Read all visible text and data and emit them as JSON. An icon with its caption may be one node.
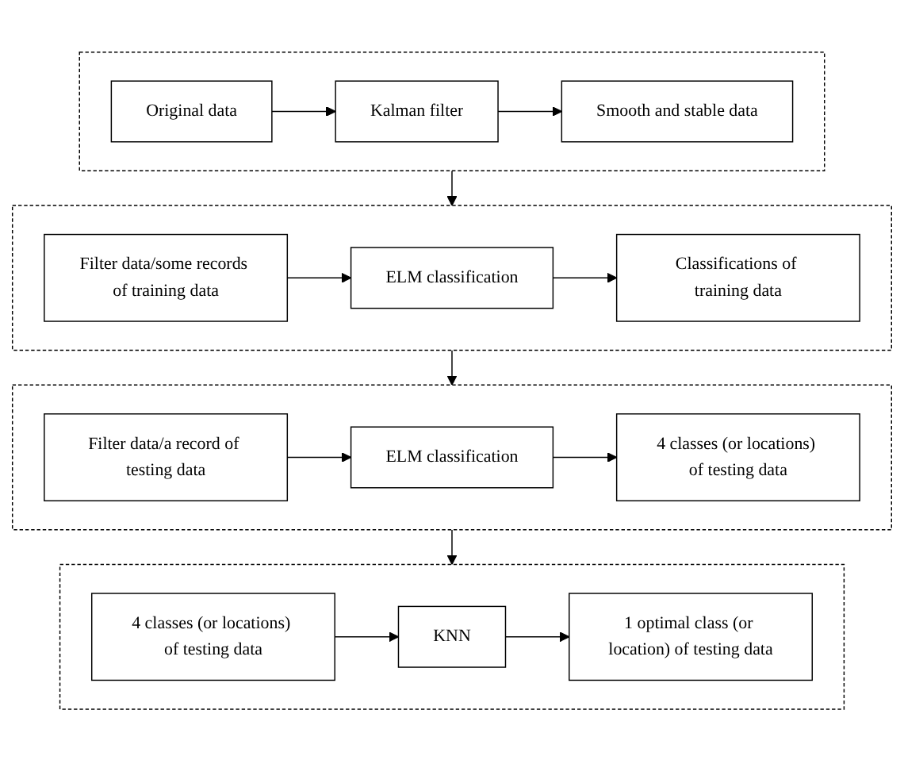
{
  "diagram": {
    "nodes": [
      {
        "text": [],
        "shape": "box"
      },
      {
        "text": [
          "Original data"
        ],
        "in": 0
      },
      {
        "text": [
          "Kalman filter"
        ],
        "in": 0
      },
      {
        "text": [
          "Smooth and stable data"
        ],
        "in": 0
      },
      {
        "text": [],
        "shape": "box"
      },
      {
        "text": [
          "Filter data/some records of training data"
        ],
        "in": 4
      },
      {
        "text": [
          "ELM classification"
        ],
        "in": 4
      },
      {
        "text": [
          "Classifications of training data"
        ],
        "in": 4
      },
      {
        "text": [],
        "shape": "box"
      },
      {
        "text": [
          "Filter data/a record of testing data"
        ],
        "in": 8
      },
      {
        "text": [
          "ELM classification"
        ],
        "in": 8
      },
      {
        "text": [
          "4 classes (or locations) of testing data"
        ],
        "in": 8
      },
      {
        "text": [],
        "shape": "box"
      },
      {
        "text": [
          "4 classes (or locations) of testing data"
        ],
        "in": 12
      },
      {
        "text": [
          "KNN"
        ],
        "in": 12
      },
      {
        "text": [
          "1 optimal class (or location) of testing data"
        ],
        "in": 12
      }
    ],
    "edges": [
      {
        "from": 1,
        "to": 2,
        "arrow": "to"
      },
      {
        "from": 2,
        "to": 3,
        "arrow": "to"
      },
      {
        "from": 0,
        "to": 4,
        "arrow": "to"
      },
      {
        "from": 5,
        "to": 6,
        "arrow": "to"
      },
      {
        "from": 6,
        "to": 7,
        "arrow": "to"
      },
      {
        "from": 4,
        "to": 8,
        "arrow": "to"
      },
      {
        "from": 9,
        "to": 10,
        "arrow": "to"
      },
      {
        "from": 10,
        "to": 11,
        "arrow": "to"
      },
      {
        "from": 8,
        "to": 12,
        "arrow": "to"
      },
      {
        "from": 13,
        "to": 14,
        "arrow": "to"
      },
      {
        "from": 14,
        "to": 15,
        "arrow": "to"
      }
    ]
  }
}
